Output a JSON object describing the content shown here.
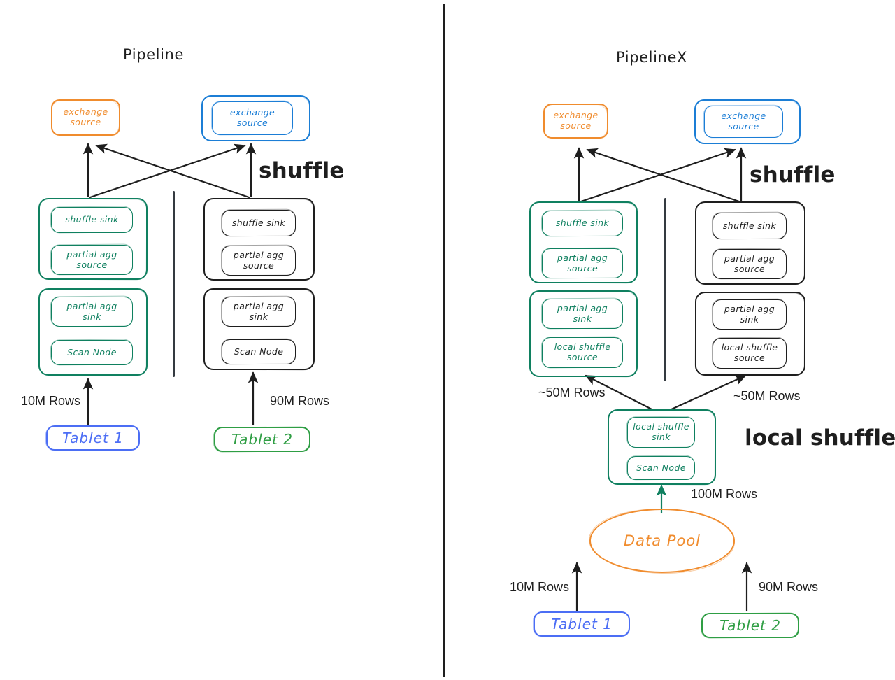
{
  "panels": {
    "left": {
      "title": "Pipeline",
      "shuffle_label": "shuffle",
      "exchange_source_orange": "exchange\nsource",
      "exchange_source_blue": "exchange\nsource",
      "pipelines": [
        {
          "color": "#108060",
          "groups": [
            {
              "nodes": [
                "shuffle sink",
                "partial agg\nsource"
              ]
            },
            {
              "nodes": [
                "partial agg\nsink",
                "Scan Node"
              ]
            }
          ]
        },
        {
          "color": "#1e1e1e",
          "groups": [
            {
              "nodes": [
                "shuffle sink",
                "partial agg\nsource"
              ]
            },
            {
              "nodes": [
                "partial agg\nsink",
                "Scan Node"
              ]
            }
          ]
        }
      ],
      "rows_left": "10M Rows",
      "rows_right": "90M Rows",
      "tablet_1": "Tablet 1",
      "tablet_2": "Tablet 2"
    },
    "right": {
      "title": "PipelineX",
      "shuffle_label": "shuffle",
      "local_shuffle_label": "local shuffle",
      "exchange_source_orange": "exchange\nsource",
      "exchange_source_blue": "exchange\nsource",
      "pipelines": [
        {
          "color": "#108060",
          "groups": [
            {
              "nodes": [
                "shuffle sink",
                "partial agg\nsource"
              ]
            },
            {
              "nodes": [
                "partial agg\nsink",
                "local shuffle\nsource"
              ]
            }
          ]
        },
        {
          "color": "#1e1e1e",
          "groups": [
            {
              "nodes": [
                "shuffle sink",
                "partial agg\nsource"
              ]
            },
            {
              "nodes": [
                "partial agg\nsink",
                "local shuffle\nsource"
              ]
            }
          ]
        }
      ],
      "local_shuffle_group": {
        "nodes": [
          "local shuffle\nsink",
          "Scan Node"
        ]
      },
      "rows_fan_left": "~50M Rows",
      "rows_fan_right": "~50M Rows",
      "rows_pool_out": "100M Rows",
      "rows_tablet_1": "10M Rows",
      "rows_tablet_2": "90M Rows",
      "data_pool": "Data Pool",
      "tablet_1": "Tablet 1",
      "tablet_2": "Tablet 2"
    }
  },
  "colors": {
    "orange": "#f08c2e",
    "blue": "#1c7ed6",
    "teal": "#108060",
    "black": "#1e1e1e",
    "indigo": "#4c6ef5",
    "green": "#2f9e44",
    "divider": "#343a40"
  }
}
